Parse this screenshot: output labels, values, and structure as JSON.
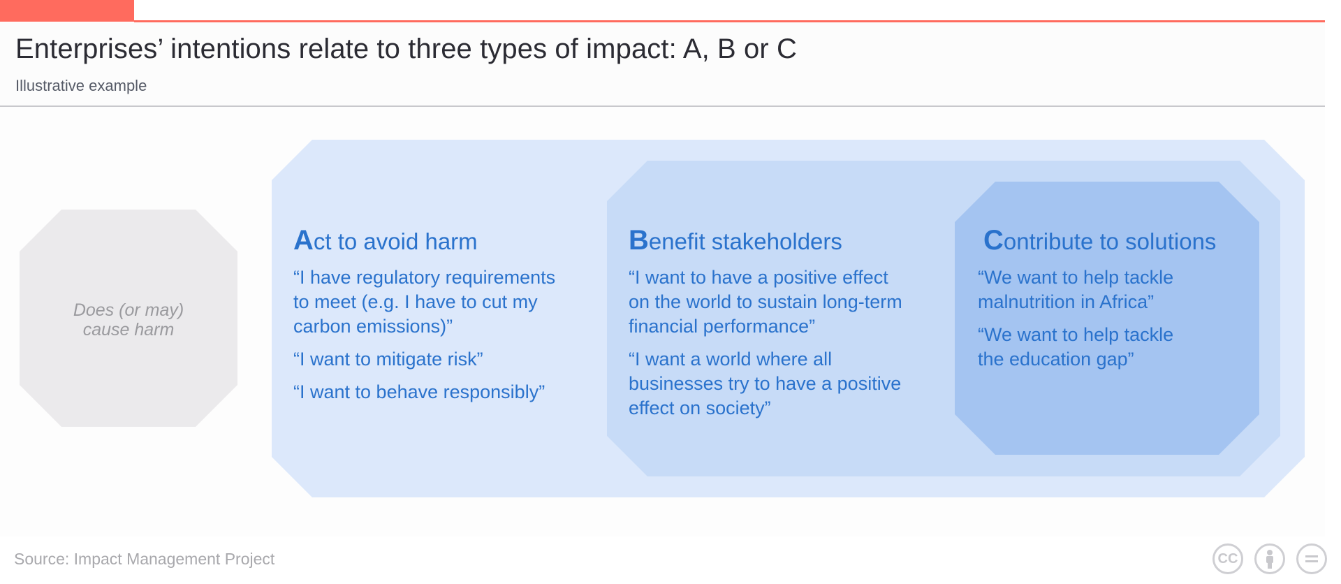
{
  "header": {
    "title": "Enterprises’ intentions relate to three types of impact: A, B or C",
    "subtitle": "Illustrative example"
  },
  "diagram": {
    "harm": {
      "line1": "Does (or may)",
      "line2": "cause harm"
    },
    "a": {
      "initial": "A",
      "heading_rest": "ct to avoid harm",
      "quotes": [
        "“I have regulatory requirements\nto meet (e.g. I have to cut my\ncarbon emissions)”",
        "“I want to mitigate risk”",
        "“I want to behave responsibly”"
      ]
    },
    "b": {
      "initial": "B",
      "heading_rest": "enefit stakeholders",
      "quotes": [
        "“I want to have a positive effect\non the world to sustain long-term\nfinancial performance”",
        "“I want a world where all\nbusinesses try to have a positive\neffect on society”"
      ]
    },
    "c": {
      "initial": "C",
      "heading_rest": "ontribute to solutions",
      "quotes": [
        "“We want to help tackle\nmalnutrition in Africa”",
        "“We want to help tackle\nthe education gap”"
      ]
    }
  },
  "footer": {
    "source": "Source: Impact Management Project",
    "license_icons": [
      "creative-commons-icon",
      "attribution-icon",
      "no-derivatives-icon"
    ],
    "cc_label": "CC"
  },
  "colors": {
    "accent": "#ff6b5e",
    "text_blue": "#2a72cc",
    "band_a": "#dce8fb",
    "band_b": "#c7dbf7",
    "band_c": "#a4c4f1",
    "harm_fill": "#ebeaec"
  }
}
